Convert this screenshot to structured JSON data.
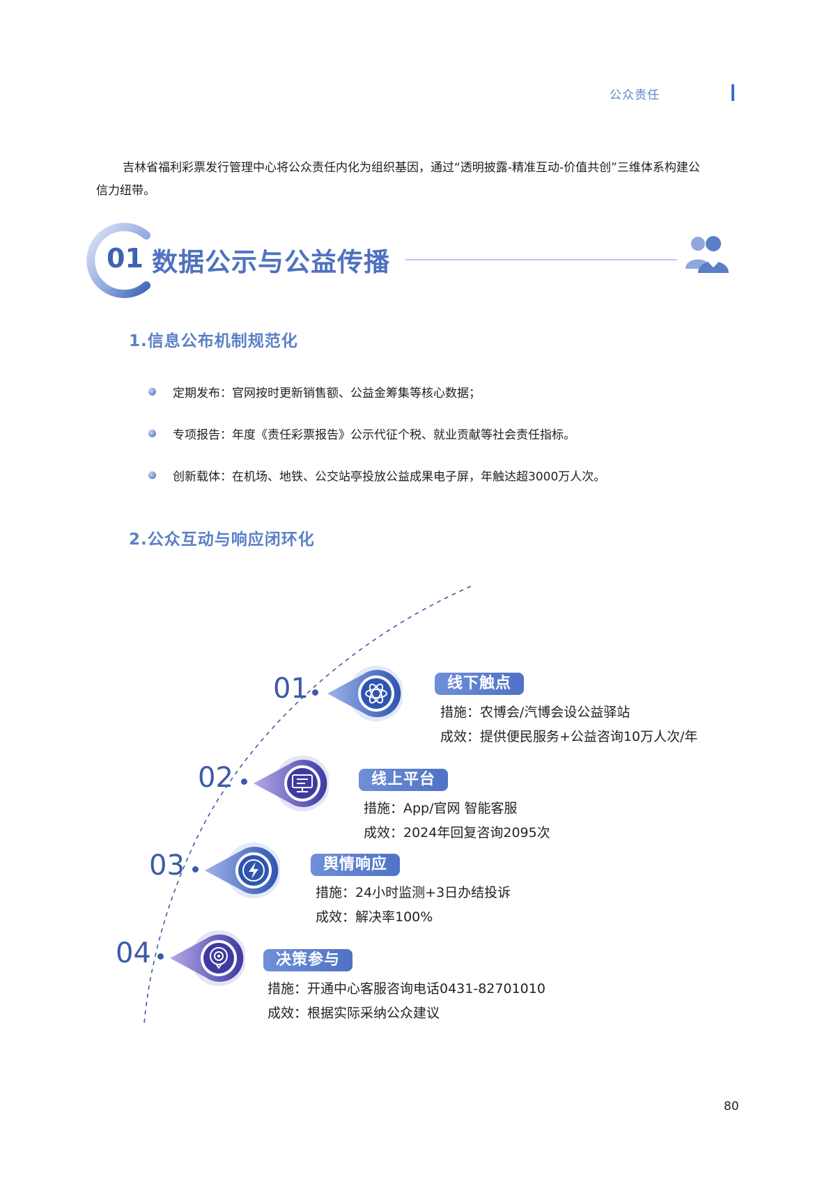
{
  "header": {
    "tag": "公众责任"
  },
  "intro": "吉林省福利彩票发行管理中心将公众责任内化为组织基因，通过“透明披露-精准互动-价值共创”三维体系构建公信力纽带。",
  "section": {
    "number": "01",
    "title": "数据公示与公益传播"
  },
  "sub1": {
    "title": "1.信息公布机制规范化"
  },
  "bullets": [
    "定期发布：官网按时更新销售额、公益金筹集等核心数据；",
    "专项报告：年度《责任彩票报告》公示代征个税、就业贡献等社会责任指标。",
    "创新载体：在机场、地铁、公交站亭投放公益成果电子屏，年触达超3000万人次。"
  ],
  "sub2": {
    "title": "2.公众互动与响应闭环化"
  },
  "steps": [
    {
      "num": "01",
      "label": "线下触点",
      "measure": "措施：农博会/汽博会设公益驿站",
      "effect": "成效：提供便民服务+公益咨询10万人次/年",
      "icon": "atom-icon"
    },
    {
      "num": "02",
      "label": "线上平台",
      "measure": "措施：App/官网 智能客服",
      "effect": "成效：2024年回复咨询2095次",
      "icon": "monitor-icon"
    },
    {
      "num": "03",
      "label": "舆情响应",
      "measure": "措施：24小时监测+3日办结投诉",
      "effect": "成效：解决率100%",
      "icon": "lightning-icon"
    },
    {
      "num": "04",
      "label": "决策参与",
      "measure": "措施：开通中心客服咨询电话0431-82701010",
      "effect": "成效：根据实际采纳公众建议",
      "icon": "target-icon"
    }
  ],
  "page_number": "80",
  "colors": {
    "primary": "#3d62b3",
    "accent": "#5a7fc6",
    "label_bg": "#6f8fd8",
    "icon_dark": "#3b3f9e"
  }
}
